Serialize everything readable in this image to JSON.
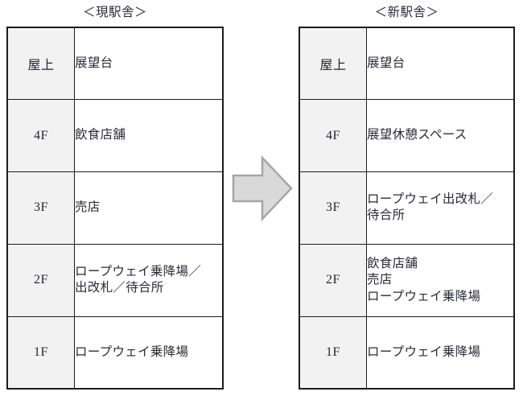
{
  "diagram": {
    "kind": "floor-comparison-diagram",
    "transition_icon": "right-block-arrow-icon",
    "colors": {
      "floor_cell_background": "#f2f2f2",
      "description_cell_background": "#ffffff",
      "table_border": "#1c1c1c",
      "arrow_fill": "#d9d9d9",
      "arrow_stroke": "#a6a6a6",
      "text": "#2a2a38"
    }
  },
  "panels": [
    {
      "id": "current-station-building",
      "title": "＜現駅舎＞",
      "rows": [
        {
          "floor": "屋上",
          "lines": [
            "展望台"
          ]
        },
        {
          "floor": "4F",
          "lines": [
            "飲食店舗"
          ]
        },
        {
          "floor": "3F",
          "lines": [
            "売店"
          ]
        },
        {
          "floor": "2F",
          "lines": [
            "ロープウェイ乗降場／",
            "出改札／待合所"
          ]
        },
        {
          "floor": "1F",
          "lines": [
            "ロープウェイ乗降場"
          ]
        }
      ]
    },
    {
      "id": "new-station-building",
      "title": "＜新駅舎＞",
      "rows": [
        {
          "floor": "屋上",
          "lines": [
            "展望台"
          ]
        },
        {
          "floor": "4F",
          "lines": [
            "展望休憩スペース"
          ]
        },
        {
          "floor": "3F",
          "lines": [
            "ロープウェイ出改札／",
            "待合所"
          ]
        },
        {
          "floor": "2F",
          "lines": [
            "飲食店舗",
            "売店",
            "ロープウェイ乗降場"
          ]
        },
        {
          "floor": "1F",
          "lines": [
            "ロープウェイ乗降場"
          ]
        }
      ]
    }
  ]
}
